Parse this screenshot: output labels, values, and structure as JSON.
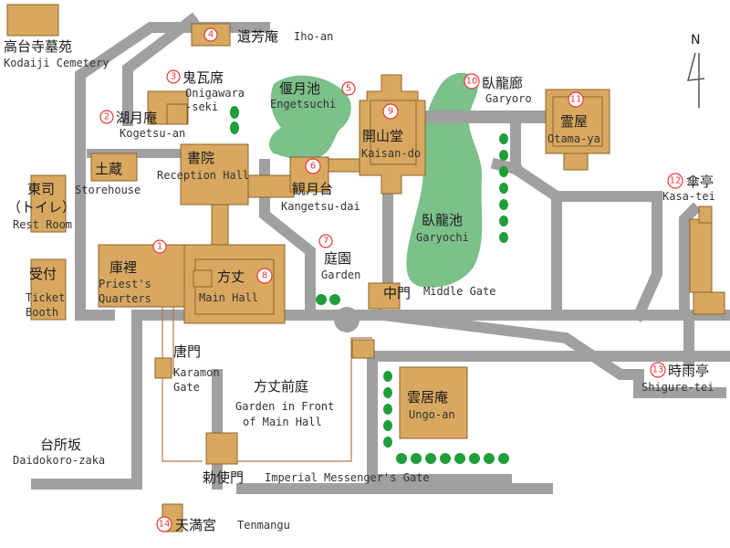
{
  "compass": {
    "label": "N"
  },
  "places": {
    "kodaiji_cemetery": {
      "jp": "高台寺墓苑",
      "en": "Kodaiji Cemetery"
    },
    "iho_an": {
      "num": "4",
      "jp": "遺芳庵",
      "en": "Iho-an"
    },
    "onigawara_seki": {
      "num": "3",
      "jp": "鬼瓦席",
      "en1": "Onigawara",
      "en2": "-seki"
    },
    "engetsuchi": {
      "num": "5",
      "jp": "偃月池",
      "en": "Engetsuchi"
    },
    "kaisan_do": {
      "num": "9",
      "jp": "開山堂",
      "en": "Kaisan-do"
    },
    "garyoro": {
      "num": "10",
      "jp": "臥龍廊",
      "en": "Garyoro"
    },
    "otama_ya": {
      "num": "11",
      "jp": "霊屋",
      "en": "Otama-ya"
    },
    "kogetsu_an": {
      "num": "2",
      "jp": "湖月庵",
      "en": "Kogetsu-an"
    },
    "storehouse": {
      "jp": "土蔵",
      "en": "Storehouse"
    },
    "reception_hall": {
      "jp": "書院",
      "en": "Reception Hall"
    },
    "kangetsu_dai": {
      "num": "6",
      "jp": "観月台",
      "en": "Kangetsu-dai"
    },
    "garyochi": {
      "jp": "臥龍池",
      "en": "Garyochi"
    },
    "kasa_tei": {
      "num": "12",
      "jp": "傘亭",
      "en": "Kasa-tei"
    },
    "rest_room": {
      "jp1": "東司",
      "jp2": "（トイレ）",
      "en": "Rest Room"
    },
    "garden": {
      "num": "7",
      "jp": "庭園",
      "en": "Garden"
    },
    "priests_quarters": {
      "num": "1",
      "jp": "庫裡",
      "en1": "Priest's",
      "en2": "Quarters"
    },
    "main_hall": {
      "num": "8",
      "jp": "方丈",
      "en": "Main Hall"
    },
    "middle_gate": {
      "jp": "中門",
      "en": "Middle Gate"
    },
    "ticket_booth": {
      "jp": "受付",
      "en1": "Ticket",
      "en2": "Booth"
    },
    "karamon_gate": {
      "jp": "唐門",
      "en1": "Karamon",
      "en2": "Gate"
    },
    "garden_front": {
      "jp": "方丈前庭",
      "en1": "Garden in Front",
      "en2": "of Main Hall"
    },
    "ungo_an": {
      "jp": "雲居庵",
      "en": "Ungo-an"
    },
    "shigure_tei": {
      "num": "13",
      "jp": "時雨亭",
      "en": "Shigure-tei"
    },
    "daidokoro_zaka": {
      "jp": "台所坂",
      "en": "Daidokoro-zaka"
    },
    "imperial_gate": {
      "jp": "勅使門",
      "en": "Imperial Messenger's Gate"
    },
    "tenmangu": {
      "num": "14",
      "jp": "天満宮",
      "en": "Tenmangu"
    }
  },
  "colors": {
    "road": "#a0a0a0",
    "building": "#d9a860",
    "pond": "#7cc08a",
    "tree": "#1f9e3a",
    "number_circle": "#e53935"
  }
}
